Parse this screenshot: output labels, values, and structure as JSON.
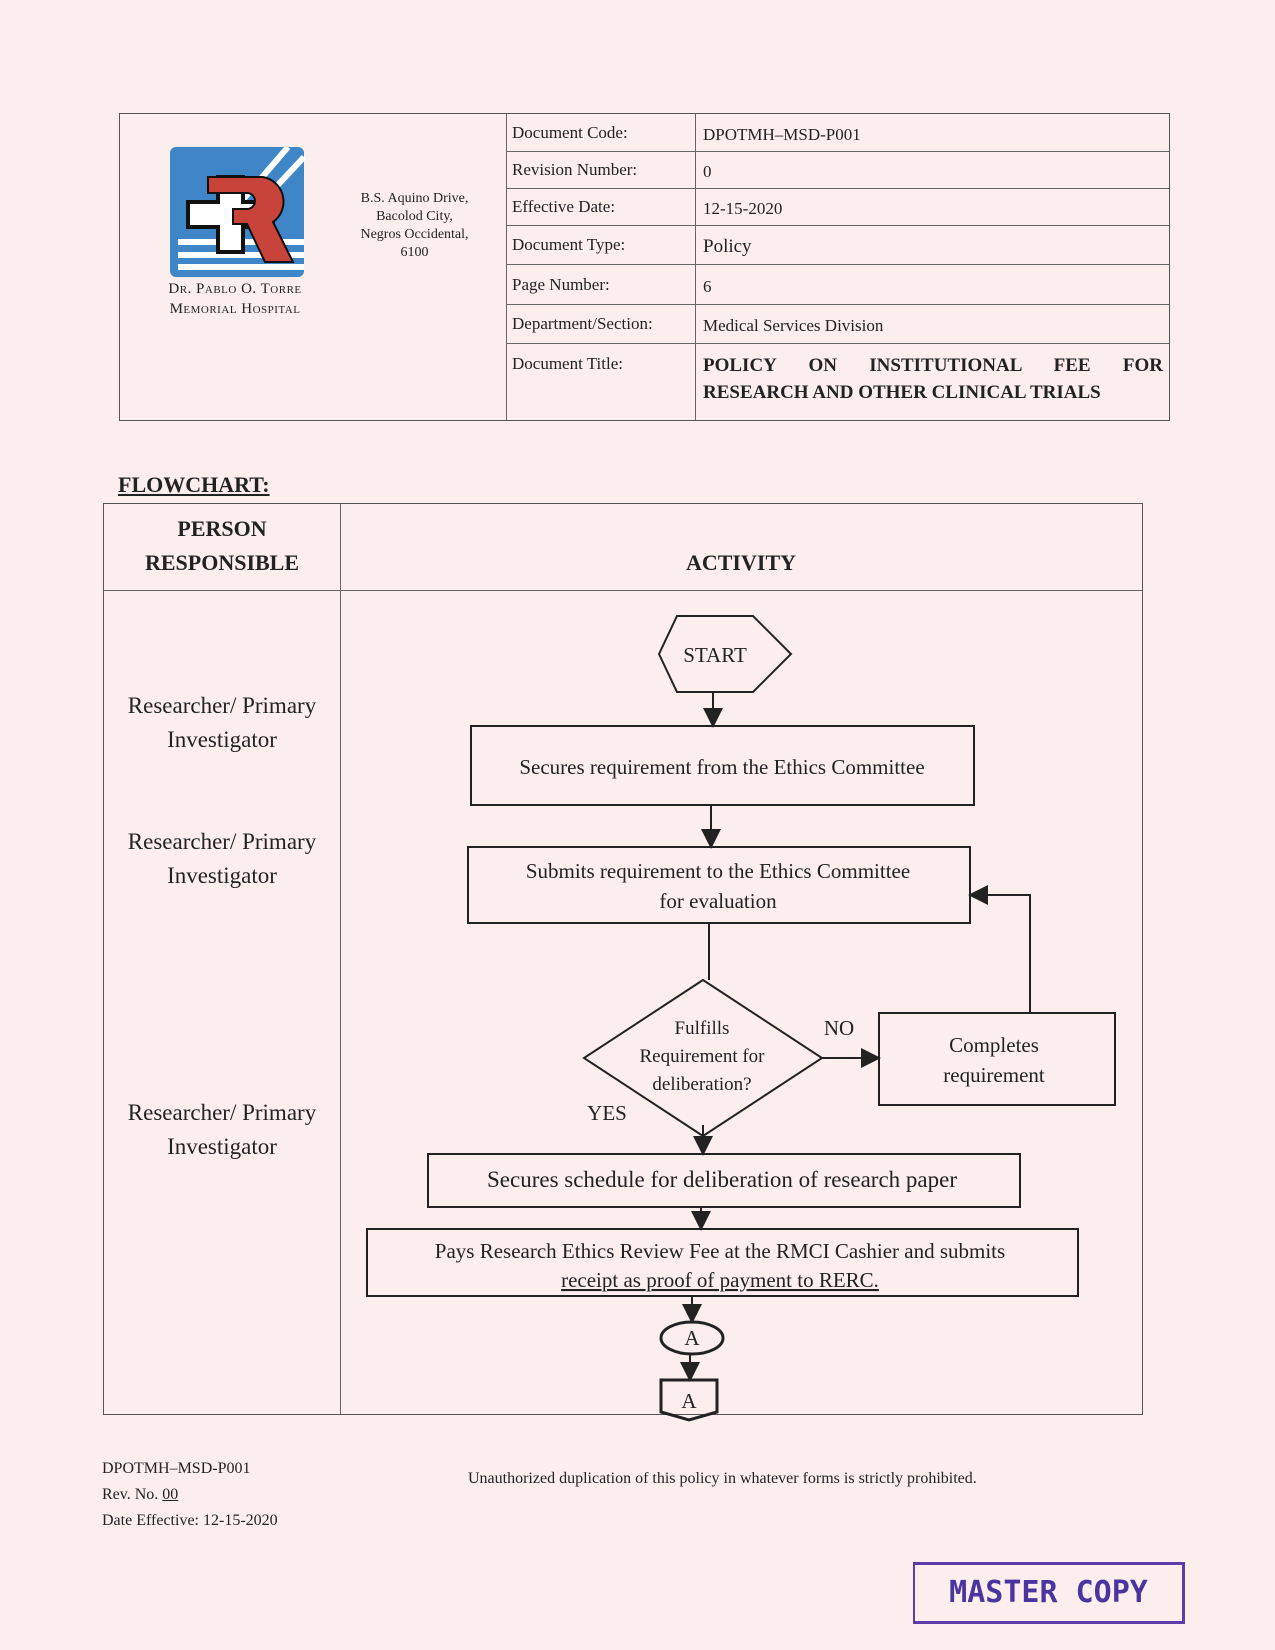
{
  "header": {
    "hospital_name_line1": "Dr. Pablo O. Torre",
    "hospital_name_line2": "Memorial Hospital",
    "address": [
      "B.S. Aquino Drive,",
      "Bacolod City,",
      "Negros Occidental,",
      "6100"
    ],
    "rows": [
      {
        "label": "Document Code:",
        "value": "DPOTMH–MSD-P001"
      },
      {
        "label": "Revision Number:",
        "value": "0"
      },
      {
        "label": "Effective Date:",
        "value": "12-15-2020"
      },
      {
        "label": "Document Type:",
        "value": "Policy"
      },
      {
        "label": "Page Number:",
        "value": "6"
      },
      {
        "label": "Department/Section:",
        "value": "Medical Services Division"
      },
      {
        "label": "Document Title:",
        "value": "POLICY ON INSTITUTIONAL FEE FOR RESEARCH AND OTHER CLINICAL TRIALS"
      }
    ]
  },
  "flowchart": {
    "label": "FLOWCHART:",
    "col_person": "PERSON RESPONSIBLE",
    "col_activity": "ACTIVITY",
    "persons": [
      "Researcher/ Primary Investigator",
      "Researcher/ Primary Investigator",
      "Researcher/ Primary Investigator"
    ],
    "start": "START",
    "step1": "Secures requirement from the Ethics Committee",
    "step2_l1": "Submits requirement to the Ethics Committee",
    "step2_l2": "for evaluation",
    "decision_l1": "Fulfills",
    "decision_l2": "Requirement for",
    "decision_l3": "deliberation?",
    "no": "NO",
    "yes": "YES",
    "completes_l1": "Completes",
    "completes_l2": "requirement",
    "step3": "Secures schedule for deliberation of research paper",
    "step4_l1": "Pays Research Ethics Review Fee at the RMCI Cashier and submits",
    "step4_l2": "receipt as proof of payment to RERC.",
    "connector": "A",
    "offpage": "A"
  },
  "footer": {
    "code": "DPOTMH–MSD-P001",
    "rev_label": "Rev. No. ",
    "rev_value": "00",
    "date": "Date Effective:  12-15-2020",
    "notice": "Unauthorized duplication of this policy in whatever forms is strictly prohibited.",
    "stamp": "MASTER COPY"
  },
  "colors": {
    "logo_blue": "#3f86c8",
    "logo_red": "#c8443a",
    "stamp": "#4a35a0"
  }
}
